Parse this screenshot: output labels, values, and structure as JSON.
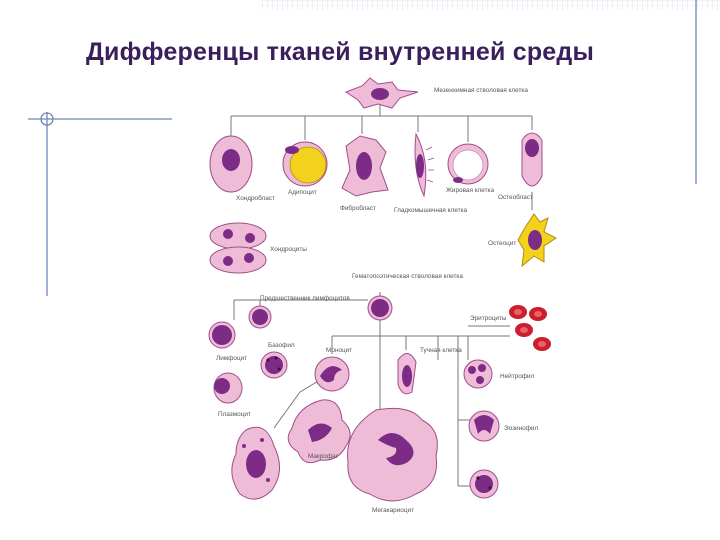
{
  "title": "Дифференцы тканей внутренней среды",
  "colors": {
    "title": "#3a1f5c",
    "accent_line": "#6f86b8",
    "cell_membrane": "#efbcd8",
    "cell_nucleus": "#7d2c86",
    "erythrocyte": "#cc1e2c",
    "fat_droplet": "#f2d21c"
  },
  "labels": {
    "mesenchyme": "Мезенхимная стволовая клетка",
    "chondroblast": "Хондробласт",
    "adipocyte": "Адипоцит",
    "fibroblast": "Фибробласт",
    "smooth_muscle": "Гладкомышечная клетка",
    "fat_cell": "Жировая клетка",
    "osteoblast": "Остеобласт",
    "chondrocytes": "Хондроциты",
    "osteocyte": "Остеоцит",
    "hsc": "Гематопоэтическая стволовая клетка",
    "lymphoid_progenitor": "Предшественник лимфоцитов",
    "lymphocyte": "Лимфоцит",
    "basophil": "Базофил",
    "monocyte": "Моноцит",
    "mast_cell": "Тучная клетка",
    "erythrocytes": "Эритроциты",
    "neutrophil": "Нейтрофил",
    "eosinophil": "Эозинофил",
    "plasma_cell": "Плазмоцит",
    "macrophage": "Макрофаг",
    "megakaryocyte": "Мегакариоцит"
  }
}
